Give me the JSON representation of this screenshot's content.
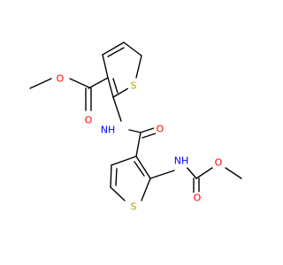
{
  "atoms": {
    "o_ester_dbl": {
      "symbol": "O",
      "color": "#ff0000"
    },
    "o_ester_sgl": {
      "symbol": "O",
      "color": "#ff0000"
    },
    "s_top": {
      "symbol": "S",
      "color": "#b8a000"
    },
    "n_amide": {
      "symbol": "NH",
      "color": "#0000ff"
    },
    "o_amide": {
      "symbol": "O",
      "color": "#ff0000"
    },
    "n_carbamate": {
      "symbol": "NH",
      "color": "#0000ff"
    },
    "o_carb_dbl": {
      "symbol": "O",
      "color": "#ff0000"
    },
    "o_carb_sgl": {
      "symbol": "O",
      "color": "#ff0000"
    },
    "s_bottom": {
      "symbol": "S",
      "color": "#b8a000"
    }
  }
}
